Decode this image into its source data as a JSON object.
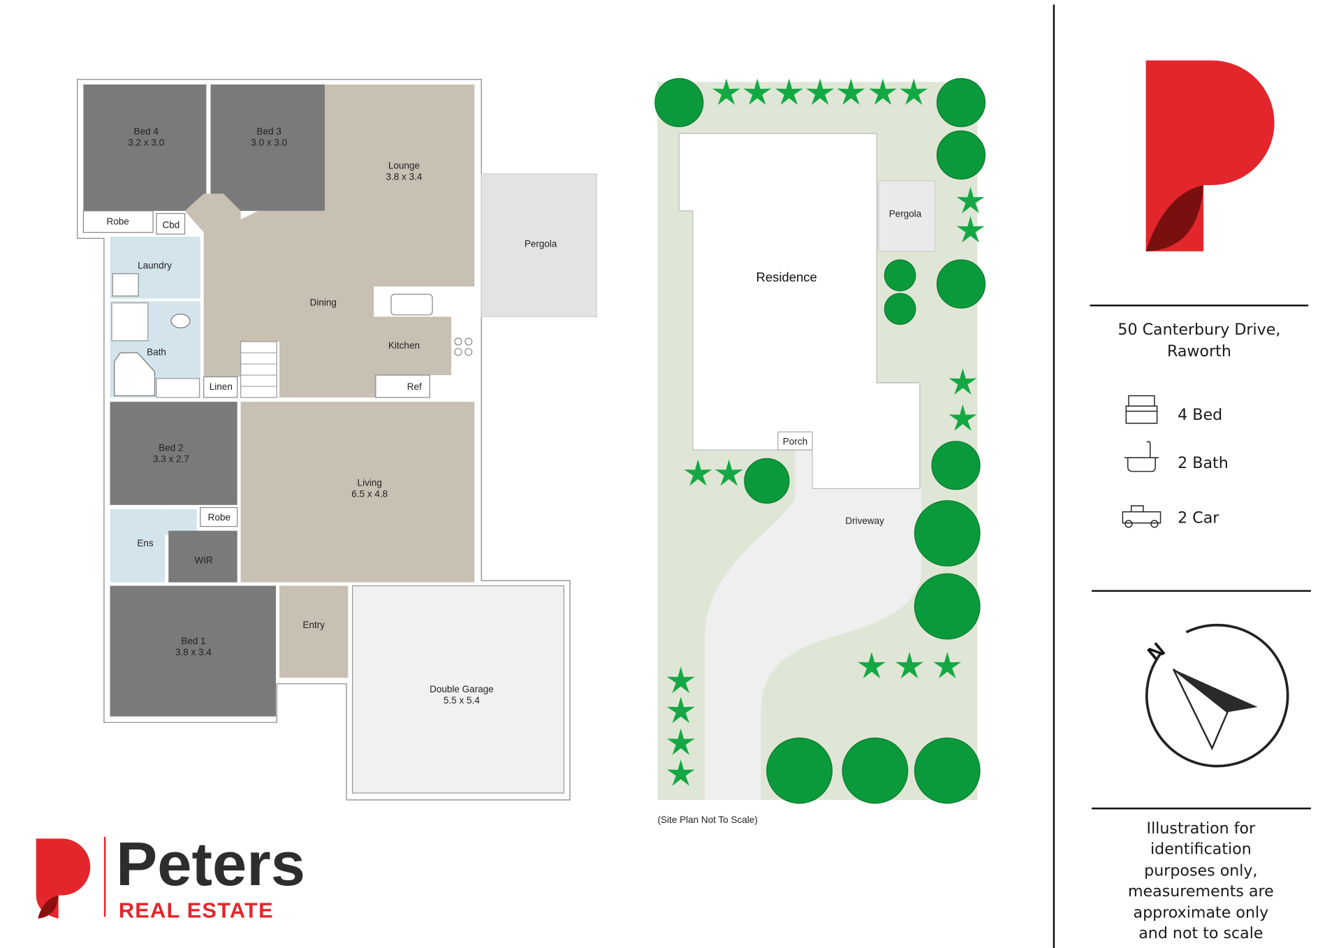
{
  "floor_plan": {
    "rooms": {
      "bed4": {
        "name": "Bed 4",
        "size": "3.2 x 3.0"
      },
      "bed3": {
        "name": "Bed 3",
        "size": "3.0 x 3.0"
      },
      "lounge": {
        "name": "Lounge",
        "size": "3.8 x 3.4"
      },
      "robe1": "Robe",
      "cbd": "Cbd",
      "laundry": "Laundry",
      "dining": "Dining",
      "kitchen": "Kitchen",
      "pergola": "Pergola",
      "bath": "Bath",
      "linen": "Linen",
      "ref": "Ref",
      "bed2": {
        "name": "Bed 2",
        "size": "3.3 x 2.7"
      },
      "living": {
        "name": "Living",
        "size": "6.5 x 4.8"
      },
      "robe2": "Robe",
      "ens": "Ens",
      "wir": "WIR",
      "bed1": {
        "name": "Bed 1",
        "size": "3.8 x 3.4"
      },
      "entry": "Entry",
      "garage": {
        "name": "Double Garage",
        "size": "5.5 x 5.4"
      }
    }
  },
  "site_plan": {
    "residence": "Residence",
    "pergola": "Pergola",
    "porch": "Porch",
    "driveway": "Driveway",
    "note": "(Site Plan Not To Scale)"
  },
  "brand": {
    "name": "Peters",
    "tagline": "REAL ESTATE",
    "red": "#e3262b",
    "dark": "#2d2d2d"
  },
  "property": {
    "address_line1": "50 Canterbury Drive,",
    "address_line2": "Raworth",
    "features": [
      {
        "icon": "bed-icon",
        "label": "4 Bed"
      },
      {
        "icon": "bath-icon",
        "label": "2 Bath"
      },
      {
        "icon": "car-icon",
        "label": "2 Car"
      }
    ],
    "compass_label": "N",
    "disclaimer": [
      "Illustration for",
      "identification",
      "purposes only,",
      "measurements are",
      "approximate only",
      "and not to scale"
    ]
  }
}
